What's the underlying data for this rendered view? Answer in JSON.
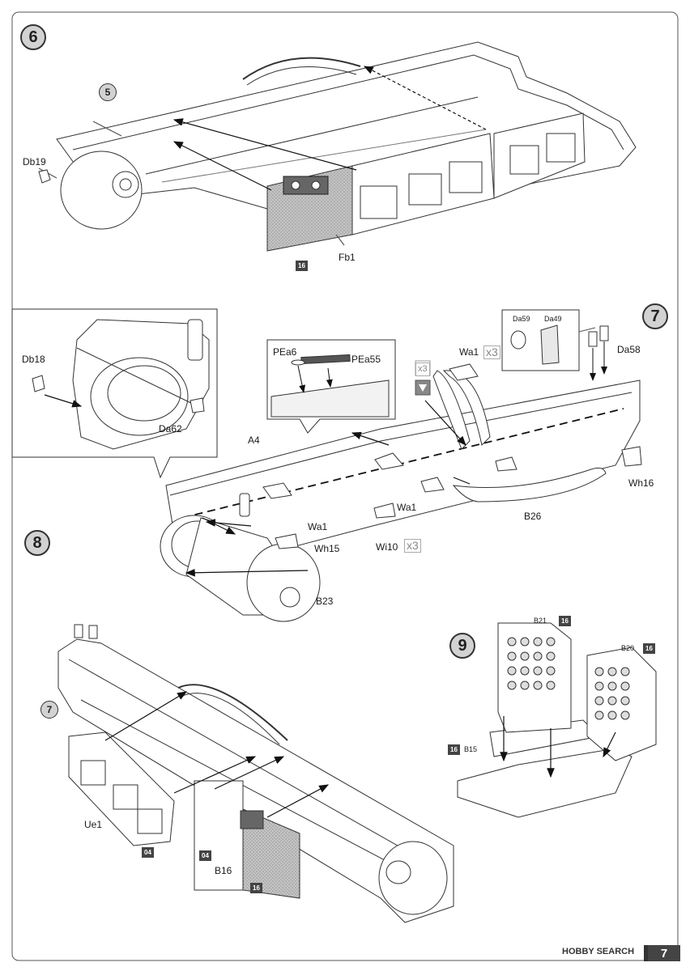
{
  "steps": {
    "s6": "6",
    "s7": "7",
    "s8": "8",
    "s9": "9",
    "ref5": "5",
    "ref7": "7"
  },
  "parts": {
    "db19": "Db19",
    "fb1": "Fb1",
    "db18": "Db18",
    "da62": "Da62",
    "pea6": "PEa6",
    "pea55": "PEa55",
    "wa1_top": "Wa1",
    "da59": "Da59",
    "da49": "Da49",
    "da58": "Da58",
    "a4": "A4",
    "wa1_left": "Wa1",
    "wa1_mid": "Wa1",
    "b26": "B26",
    "wh16": "Wh16",
    "wh15": "Wh15",
    "wi10": "Wi10",
    "b23": "B23",
    "b21": "B21",
    "b20": "B20",
    "b15": "B15",
    "ue1": "Ue1",
    "b16": "B16"
  },
  "badges": {
    "c16_fb1": "16",
    "c16_b21": "16",
    "c16_b20": "16",
    "c16_b15": "16",
    "c04_ue1": "04",
    "c04_b16": "04",
    "c16_b16": "16"
  },
  "multipliers": {
    "x3_wa1": "x3",
    "x3_side": "x3",
    "x3_wi10": "x3"
  },
  "footer": {
    "brand": "HOBBY SEARCH",
    "page_number": "7"
  },
  "colors": {
    "callout_fill": "#d2d2d2",
    "badge_fill": "#444444",
    "line": "#333333"
  }
}
